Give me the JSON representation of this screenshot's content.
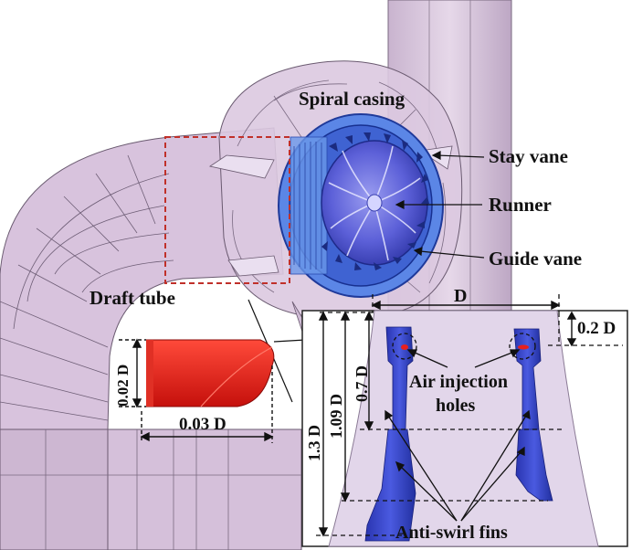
{
  "labels": {
    "spiral_casing": "Spiral casing",
    "stay_vane": "Stay vane",
    "runner": "Runner",
    "guide_vane": "Guide vane",
    "draft_tube": "Draft tube",
    "air_injection_line1": "Air injection",
    "air_injection_line2": "holes",
    "anti_swirl_fins": "Anti-swirl fins"
  },
  "dimensions": {
    "d": "D",
    "d_0_2": "0.2 D",
    "d_0_7": "0.7 D",
    "d_1_09": "1.09 D",
    "d_1_3": "1.3 D",
    "d_0_02": "0.02 D",
    "d_0_03": "0.03 D"
  },
  "colors": {
    "casing": "#d9c6dc",
    "casing_edge": "#6a5a70",
    "runner_blue": "#3a5fd0",
    "runner_inner": "#6a6ee0",
    "fin_blue": "#2b3bbf",
    "hole_red": "#e8201e",
    "dash_red": "#c0302a"
  }
}
